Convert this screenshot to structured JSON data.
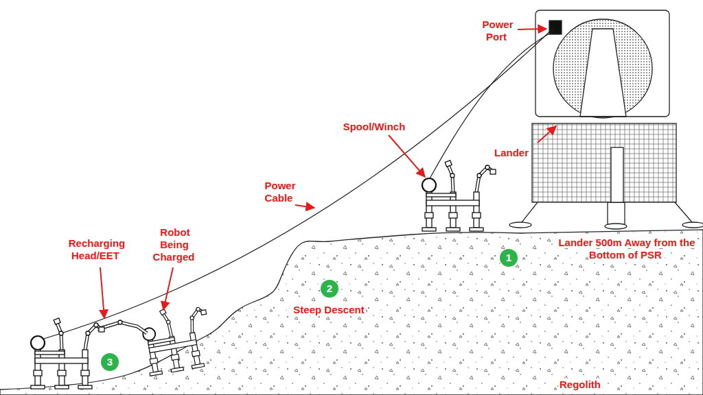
{
  "diagram": {
    "nodes": [
      {
        "text": [
          "1"
        ]
      },
      {
        "text": [
          "2"
        ]
      },
      {
        "text": [
          "3"
        ]
      }
    ],
    "labels": [
      "Power Port",
      "Spool/Winch",
      "Power Cable",
      "Lander",
      "Recharging Head/EET",
      "Robot Being Charged",
      "Lander 500m Away from the Bottom of PSR",
      "Steep Descent",
      "Regolith"
    ]
  }
}
